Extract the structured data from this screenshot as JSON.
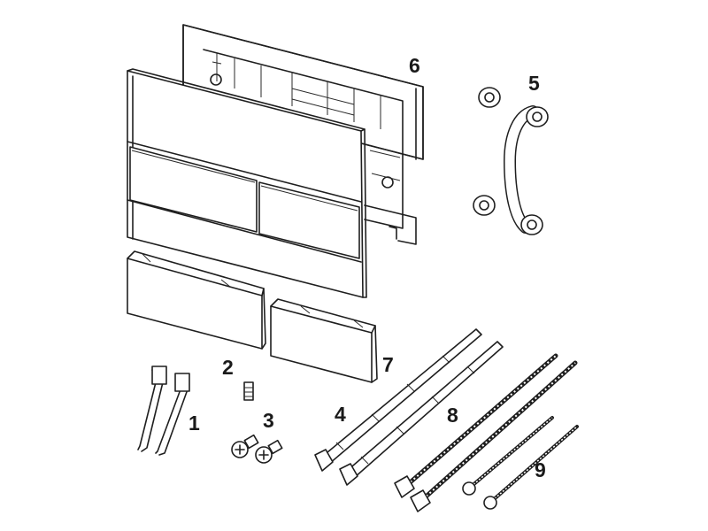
{
  "callouts": [
    {
      "id": "1",
      "part": "clip-springs"
    },
    {
      "id": "2",
      "part": "small-screw"
    },
    {
      "id": "3",
      "part": "fixing-screws"
    },
    {
      "id": "4",
      "part": "actuator-rods"
    },
    {
      "id": "5",
      "part": "bracket-connectors"
    },
    {
      "id": "6",
      "part": "mounting-frame"
    },
    {
      "id": "7",
      "part": "flush-button-caps"
    },
    {
      "id": "8",
      "part": "threaded-rods"
    },
    {
      "id": "9",
      "part": "long-screws"
    }
  ],
  "colors": {
    "stroke": "#1f1f1f",
    "background": "#ffffff"
  }
}
